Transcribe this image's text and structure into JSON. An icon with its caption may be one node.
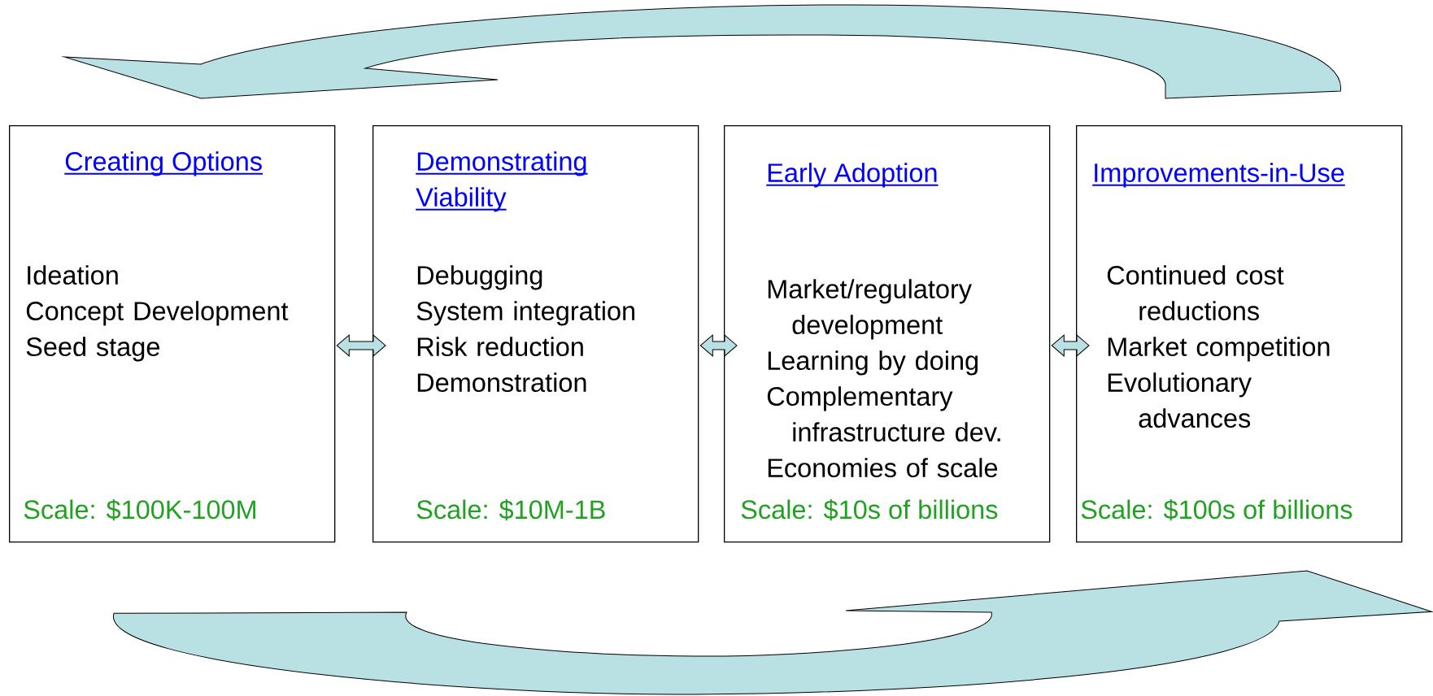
{
  "diagram": {
    "nodes": [
      {
        "text": [
          "Creating Options",
          "Ideation",
          "Concept Development",
          "Seed stage",
          "Scale: $100K-100M"
        ]
      },
      {
        "text": [
          "Demonstrating Viability",
          "Debugging",
          "System integration",
          "Risk reduction",
          "Demonstration",
          "Scale: $10M-1B"
        ]
      },
      {
        "text": [
          "Early Adoption",
          "Market/regulatory development",
          "Learning by doing",
          "Complementary infrastructure dev.",
          "Economies of scale",
          "Scale: $10s of billions"
        ]
      },
      {
        "text": [
          "Improvements-in-Use",
          "Continued cost reductions",
          "Market competition",
          "Evolutionary advances",
          "Scale: $100s of billions"
        ]
      }
    ],
    "edges": [
      {
        "from": 0,
        "to": 1,
        "arrow": "both"
      },
      {
        "from": 1,
        "to": 2,
        "arrow": "both"
      },
      {
        "from": 2,
        "to": 3,
        "arrow": "both"
      },
      {
        "from": 3,
        "to": 0,
        "arrow": "to"
      },
      {
        "from": 0,
        "to": 3,
        "arrow": "to"
      }
    ]
  }
}
